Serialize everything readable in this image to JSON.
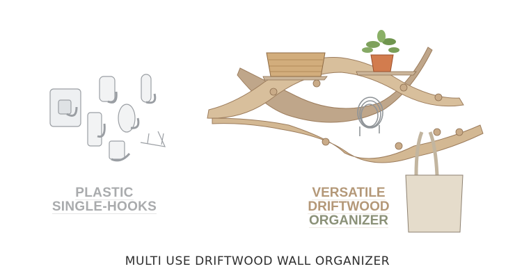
{
  "left_panel": {
    "illustration": "plastic-hooks-illustration",
    "label_lines": [
      "PLASTIC",
      "SINGLE-HOOKS"
    ],
    "hook_count": 7
  },
  "right_panel": {
    "illustration": "driftwood-organizer-illustration",
    "items": [
      "woven-basket",
      "potted-plant",
      "coiled-cable",
      "canvas-tote-bag"
    ],
    "label_lines": [
      "VERSATILE",
      "DRIFTWOOD",
      "ORGANIZER"
    ]
  },
  "caption": "MULTI USE DRIFTWOOD WALL ORGANIZER",
  "colors": {
    "plastic_label": "#a9abad",
    "driftwood_label": "#b49878",
    "organizer_label": "#8b9178",
    "caption": "#2d2d2d"
  }
}
